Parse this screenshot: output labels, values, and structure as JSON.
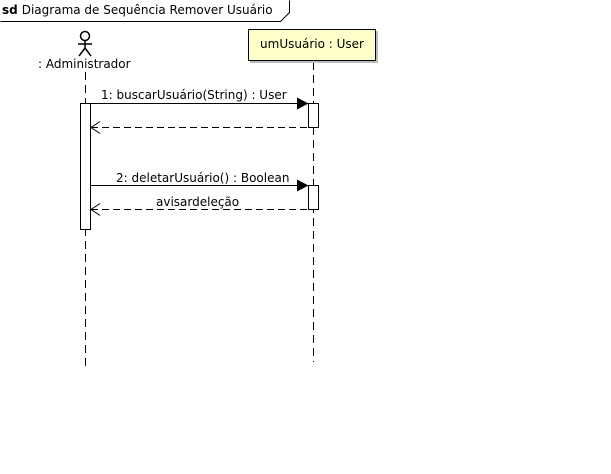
{
  "frame": {
    "keyword": "sd",
    "title": "Diagrama de Sequência Remover Usuário"
  },
  "actor": {
    "name": ": Administrador"
  },
  "lifeline": {
    "name": "umUsuário : User"
  },
  "messages": [
    {
      "label": "1: buscarUsuário(String) : User",
      "kind": "synchronous"
    },
    {
      "label": "",
      "kind": "reply"
    },
    {
      "label": "2: deletarUsuário() : Boolean",
      "kind": "synchronous"
    },
    {
      "label": "avisardeleção",
      "kind": "reply"
    }
  ],
  "colors": {
    "lifeline_fill": "#ffffcc",
    "shadow": "#bdbdbd",
    "stroke": "#000000"
  }
}
